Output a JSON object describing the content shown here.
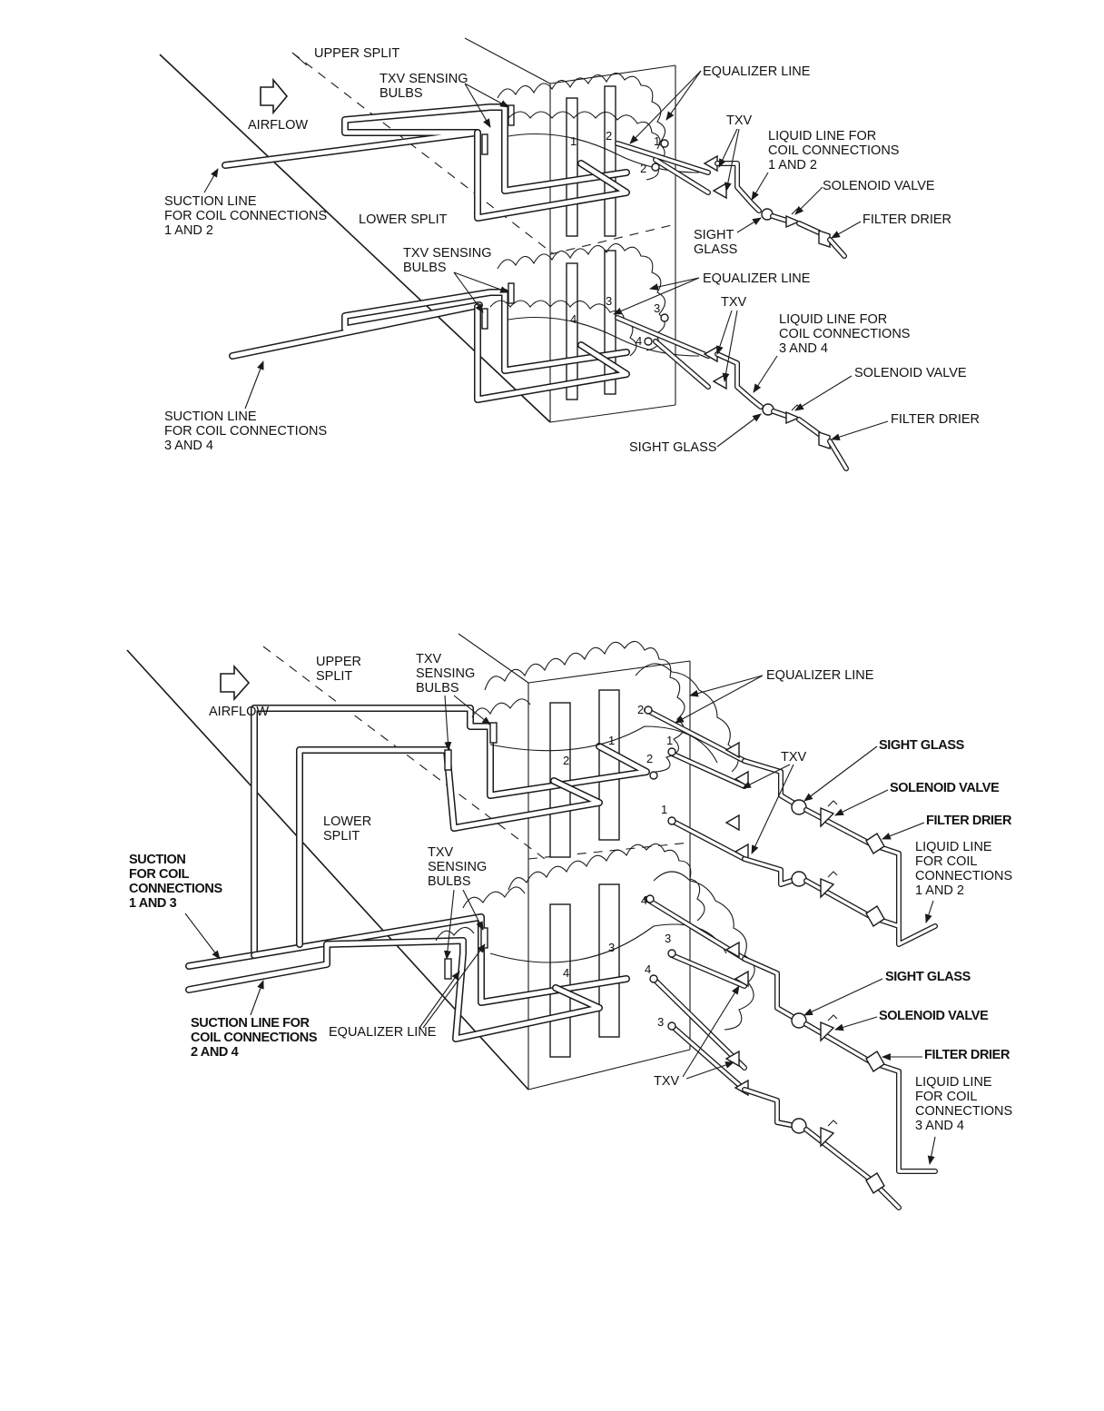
{
  "top": {
    "labels": {
      "upper_split": "UPPER SPLIT",
      "txv_sensing_bulbs": [
        "TXV SENSING",
        "BULBS"
      ],
      "equalizer_line": "EQUALIZER LINE",
      "airflow": "AIRFLOW",
      "txv": "TXV",
      "liquid_line_12": [
        "LIQUID LINE FOR",
        "COIL CONNECTIONS",
        "1 AND 2"
      ],
      "solenoid_valve": "SOLENOID VALVE",
      "suction_line_12": [
        "SUCTION LINE",
        "FOR COIL CONNECTIONS",
        "1 AND 2"
      ],
      "lower_split": "LOWER SPLIT",
      "sight_glass": [
        "SIGHT",
        "GLASS"
      ],
      "filter_drier": "FILTER DRIER",
      "txv_sensing_bulbs_2": [
        "TXV SENSING",
        "BULBS"
      ],
      "equalizer_line_2": "EQUALIZER LINE",
      "txv_2": "TXV",
      "liquid_line_34": [
        "LIQUID LINE FOR",
        "COIL CONNECTIONS",
        "3 AND 4"
      ],
      "solenoid_valve_2": "SOLENOID VALVE",
      "filter_drier_2": "FILTER DRIER",
      "suction_line_34": [
        "SUCTION LINE",
        "FOR COIL CONNECTIONS",
        "3 AND 4"
      ],
      "sight_glass_2": "SIGHT GLASS"
    },
    "numbers": [
      "1",
      "2",
      "1",
      "2",
      "3",
      "4",
      "3",
      "4"
    ]
  },
  "bottom": {
    "labels": {
      "upper_split": [
        "UPPER",
        "SPLIT"
      ],
      "txv_sensing_bulbs": [
        "TXV",
        "SENSING",
        "BULBS"
      ],
      "equalizer_line": "EQUALIZER LINE",
      "airflow": "AIRFLOW",
      "txv": "TXV",
      "sight_glass": "SIGHT GLASS",
      "solenoid_valve": "SOLENOID VALVE",
      "filter_drier": "FILTER DRIER",
      "lower_split": [
        "LOWER",
        "SPLIT"
      ],
      "liquid_line_12": [
        "LIQUID LINE",
        "FOR COIL",
        "CONNECTIONS",
        "1 AND 2"
      ],
      "suction_13": [
        "SUCTION",
        "FOR COIL",
        "CONNECTIONS",
        "1 AND 3"
      ],
      "txv_sensing_bulbs_2": [
        "TXV",
        "SENSING",
        "BULBS"
      ],
      "sight_glass_2": "SIGHT GLASS",
      "solenoid_valve_2": "SOLENOID VALVE",
      "filter_drier_2": "FILTER DRIER",
      "suction_line_24": [
        "SUCTION LINE FOR",
        "COIL CONNECTIONS",
        "2 AND 4"
      ],
      "equalizer_line_2": "EQUALIZER LINE",
      "liquid_line_34": [
        "LIQUID LINE",
        "FOR COIL",
        "CONNECTIONS",
        "3 AND 4"
      ],
      "txv_2": "TXV"
    },
    "numbers": [
      "2",
      "1",
      "2",
      "1",
      "2",
      "1",
      "4",
      "3",
      "4",
      "3",
      "3",
      "4"
    ]
  }
}
